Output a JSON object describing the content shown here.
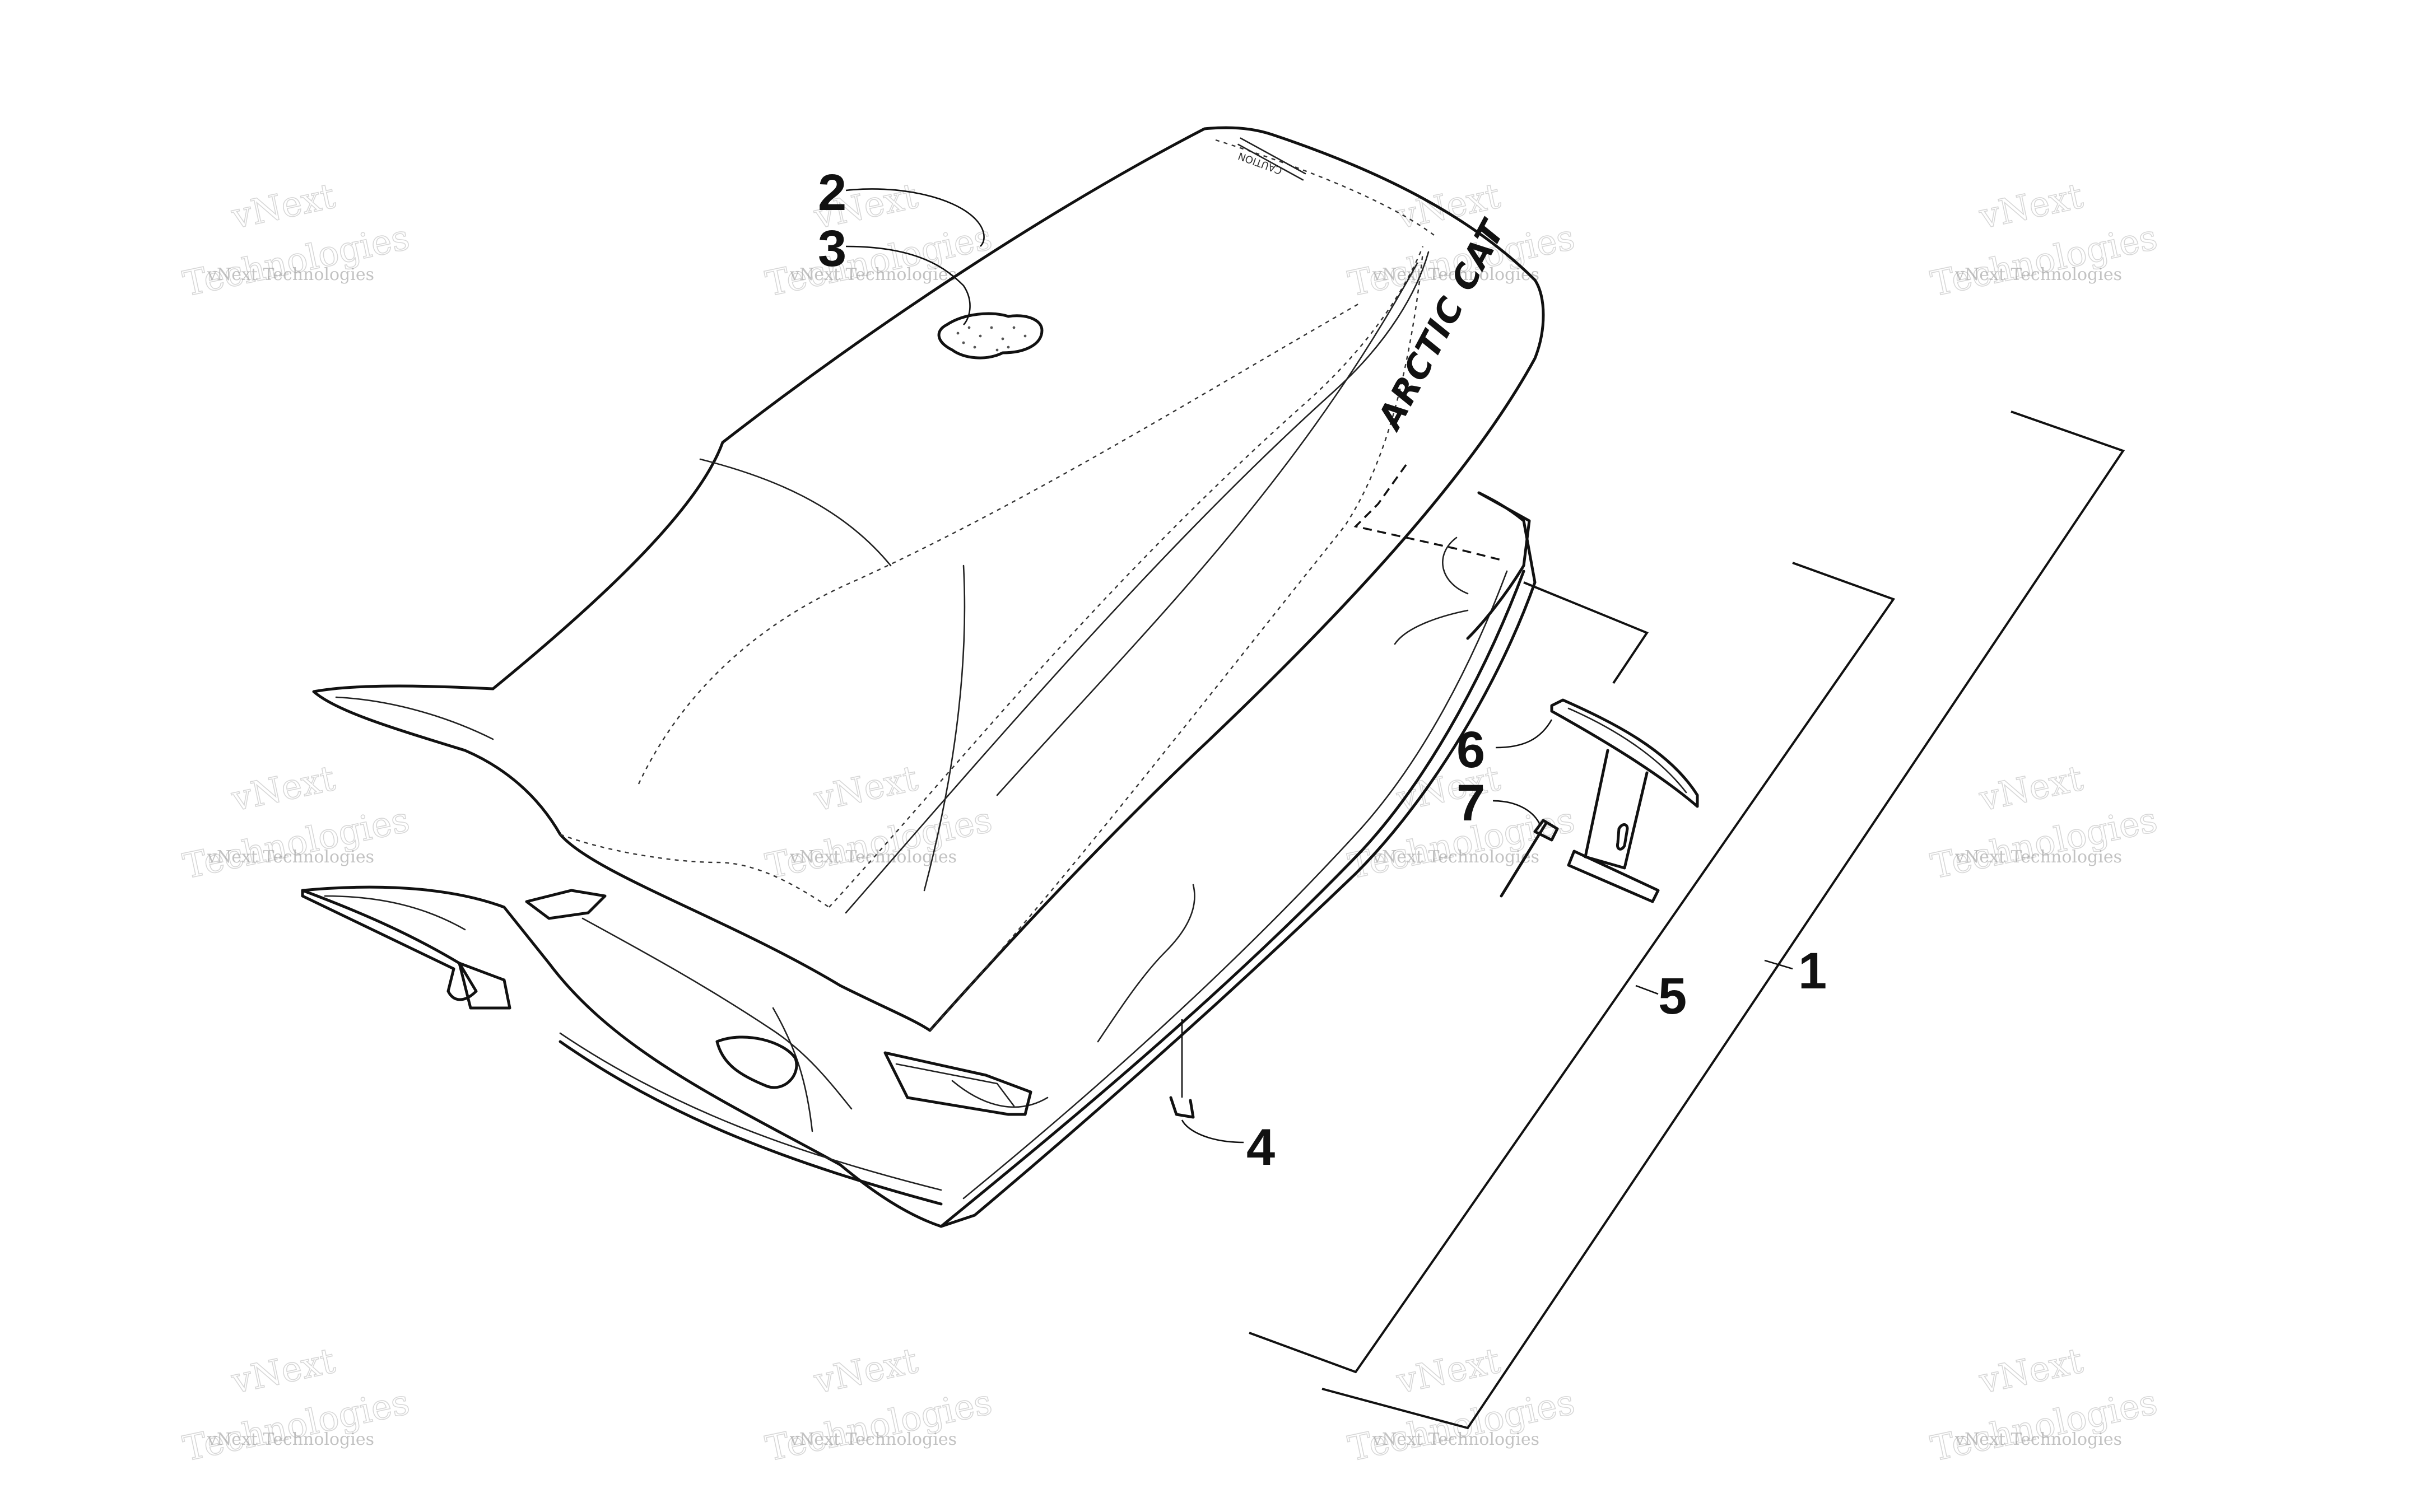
{
  "diagram": {
    "callouts": [
      "1",
      "2",
      "3",
      "4",
      "5",
      "6",
      "7"
    ],
    "logo_text": "ARCTIC CAT",
    "seat_label_text": "CAUTION",
    "watermark": {
      "line_small": "vNext Technologies",
      "line_big": "vNext",
      "line_big_2": "Technologies"
    }
  }
}
